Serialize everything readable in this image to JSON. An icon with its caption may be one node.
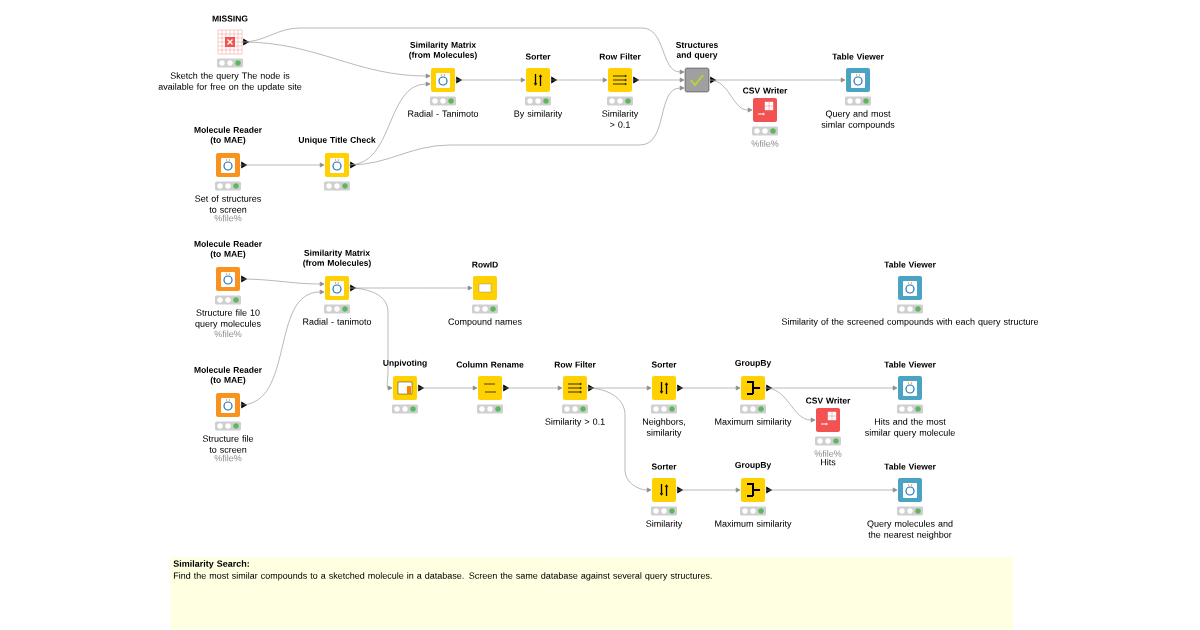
{
  "diagram": {
    "nodes": [
      {
        "text": [
          "MISSING",
          "Sketch the query The node is available for free on the update site"
        ]
      },
      {
        "text": [
          "Similarity Matrix (from Molecules)",
          "Radial - Tanimoto"
        ]
      },
      {
        "text": [
          "Sorter",
          "By similarity"
        ]
      },
      {
        "text": [
          "Row Filter",
          "Similarity > 0.1"
        ]
      },
      {
        "text": [
          "Structures and query"
        ]
      },
      {
        "text": [
          "CSV Writer",
          "%file%"
        ]
      },
      {
        "text": [
          "Table Viewer",
          "Query and most simlar compounds"
        ]
      },
      {
        "text": [
          "Molecule Reader (to MAE)",
          "Set of structures to screen",
          "%file%"
        ]
      },
      {
        "text": [
          "Unique Title Check"
        ]
      },
      {
        "text": [
          "Molecule Reader (to MAE)",
          "Structure file 10 query molecules",
          "%file%"
        ]
      },
      {
        "text": [
          "Similarity Matrix (from Molecules)",
          "Radial - tanimoto"
        ]
      },
      {
        "text": [
          "RowID",
          "Compound names"
        ]
      },
      {
        "text": [
          "Table Viewer",
          "Similarity of the screened compounds with each query structure"
        ]
      },
      {
        "text": [
          "Molecule Reader (to MAE)",
          "Structure file to screen",
          "%file%"
        ]
      },
      {
        "text": [
          "Unpivoting"
        ]
      },
      {
        "text": [
          "Column Rename"
        ]
      },
      {
        "text": [
          "Row Filter",
          "Similarity > 0.1"
        ]
      },
      {
        "text": [
          "Sorter",
          "Neighbors, similarity"
        ]
      },
      {
        "text": [
          "GroupBy",
          "Maximum similarity"
        ]
      },
      {
        "text": [
          "CSV Writer",
          "%file%",
          "Hits"
        ]
      },
      {
        "text": [
          "Table Viewer",
          "Hits and the most similar query molecule"
        ]
      },
      {
        "text": [
          "Sorter",
          "Similarity"
        ]
      },
      {
        "text": [
          "GroupBy",
          "Maximum similarity"
        ]
      },
      {
        "text": [
          "Table Viewer",
          "Query molecules and the nearest neighbor"
        ]
      },
      {
        "text": [
          "Similarity Search:",
          "Find the most similar compounds to a sketched molecule in a database. Screen the same database against several query structures."
        ]
      }
    ],
    "edges": [
      {
        "from": 0,
        "to": 1,
        "arrow": "to"
      },
      {
        "from": 0,
        "to": 4,
        "arrow": "to"
      },
      {
        "from": 1,
        "to": 2,
        "arrow": "to"
      },
      {
        "from": 2,
        "to": 3,
        "arrow": "to"
      },
      {
        "from": 3,
        "to": 4,
        "arrow": "to"
      },
      {
        "from": 7,
        "to": 8,
        "arrow": "to"
      },
      {
        "from": 8,
        "to": 1,
        "arrow": "to"
      },
      {
        "from": 8,
        "to": 4,
        "arrow": "to"
      },
      {
        "from": 4,
        "to": 6,
        "arrow": "to"
      },
      {
        "from": 4,
        "to": 5,
        "arrow": "to"
      },
      {
        "from": 9,
        "to": 10,
        "arrow": "to"
      },
      {
        "from": 13,
        "to": 10,
        "arrow": "to"
      },
      {
        "from": 10,
        "to": 11,
        "arrow": "to"
      },
      {
        "from": 10,
        "to": 14,
        "arrow": "to"
      },
      {
        "from": 14,
        "to": 15,
        "arrow": "to"
      },
      {
        "from": 15,
        "to": 16,
        "arrow": "to"
      },
      {
        "from": 16,
        "to": 17,
        "arrow": "to"
      },
      {
        "from": 17,
        "to": 18,
        "arrow": "to"
      },
      {
        "from": 18,
        "to": 20,
        "arrow": "to"
      },
      {
        "from": 18,
        "to": 19,
        "arrow": "to"
      },
      {
        "from": 16,
        "to": 21,
        "arrow": "to"
      },
      {
        "from": 21,
        "to": 22,
        "arrow": "to"
      },
      {
        "from": 22,
        "to": 23,
        "arrow": "to"
      }
    ]
  }
}
